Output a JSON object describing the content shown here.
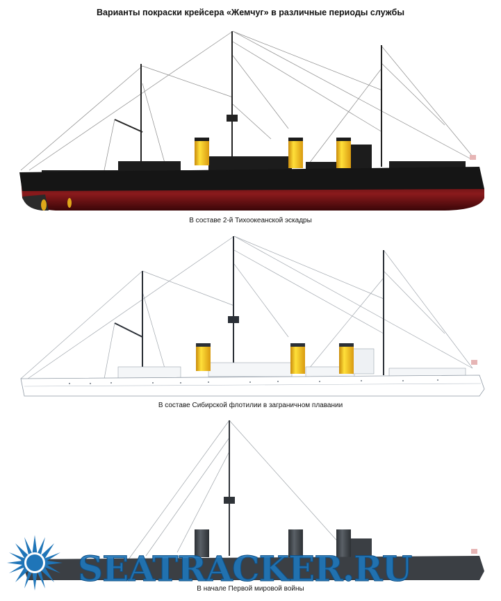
{
  "title": "Варианты покраски крейсера «Жемчуг» в различные периоды службы",
  "ships": [
    {
      "caption": "В составе 2-й Тихоокеанской эскадры",
      "hull": "#1c1c1c",
      "underwater": "#6b0f12",
      "funnel": "#f2c21a"
    },
    {
      "caption": "В составе Сибирской флотилии в заграничном плавании",
      "hull": "#ffffff",
      "funnel": "#f2c21a"
    },
    {
      "caption": "В начале Первой мировой войны",
      "hull": "#3b3f44",
      "funnel": "#3b3f44"
    }
  ],
  "watermark": {
    "text": "SEATRACKER.RU",
    "color": "#1f75b8"
  }
}
